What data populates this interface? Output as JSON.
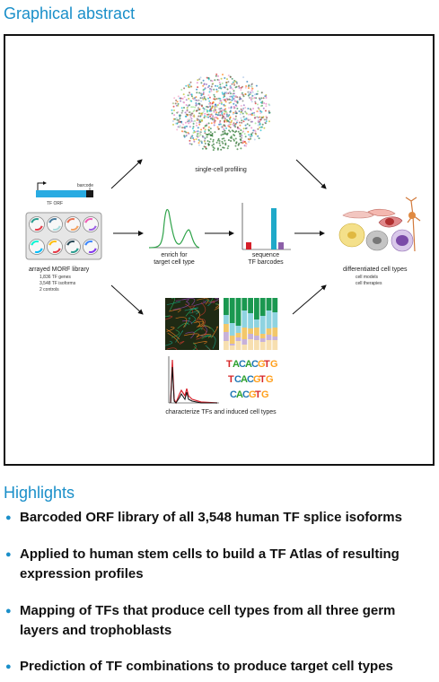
{
  "graphical_abstract": {
    "title": "Graphical abstract",
    "labels": {
      "single_cell": "single-cell profiling",
      "barcode": "barcode",
      "tf_orf": "TF ORF",
      "library": "arrayed MORF library",
      "tf_genes": "1,836 TF genes",
      "tf_isoforms": "3,548 TF isoforms",
      "controls": "2 controls",
      "enrich_line1": "enrich for",
      "enrich_line2": "target cell type",
      "sequence_line1": "sequence",
      "sequence_line2": "TF barcodes",
      "differentiated": "differentiated cell types",
      "cell_models": "cell models",
      "cell_therapies": "cell therapies",
      "characterize": "characterize TFs and induced cell types"
    },
    "colors": {
      "accent": "#1a8fc9",
      "tf_orf_bar": "#29abe2",
      "barcode_bar": "#1a1a1a",
      "peak_line": "#2fa34a",
      "bar_red": "#d6202a",
      "bar_cyan": "#1fa9c9",
      "bar_purple": "#8c5fa8"
    }
  },
  "highlights": {
    "title": "Highlights",
    "items": [
      "Barcoded ORF library of all 3,548 human TF splice isoforms",
      "Applied to human stem cells to build a TF Atlas of resulting expression profiles",
      "Mapping of TFs that produce cell types from all three germ layers and trophoblasts",
      "Prediction of TF combinations to produce target cell types"
    ]
  }
}
